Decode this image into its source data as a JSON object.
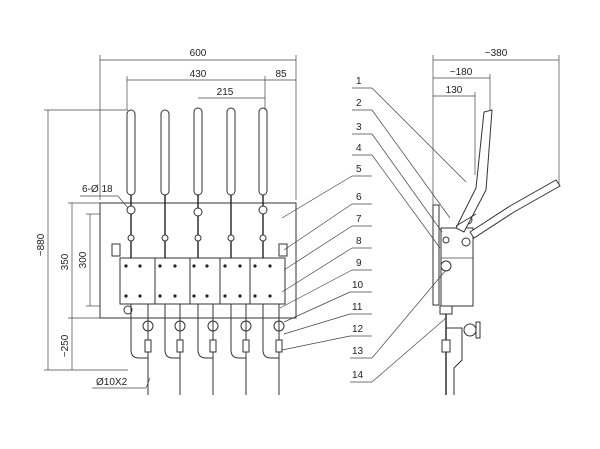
{
  "front_dimensions": {
    "overall_width": "600",
    "inner_width": "430",
    "right_offset": "85",
    "spacing": "215",
    "hole": "6-Ø 18",
    "total_height": "~880",
    "frame_height": "350",
    "mount_height": "300",
    "lower_height": "~250",
    "pipe": "Ø10X2"
  },
  "side_dimensions": {
    "overall_width": "~380",
    "mid_width": "~180",
    "inner_width": "130"
  },
  "callouts": [
    "1",
    "2",
    "3",
    "4",
    "5",
    "6",
    "7",
    "8",
    "9",
    "10",
    "11",
    "12",
    "13",
    "14"
  ],
  "colors": {
    "line": "#333333",
    "background": "#ffffff"
  }
}
